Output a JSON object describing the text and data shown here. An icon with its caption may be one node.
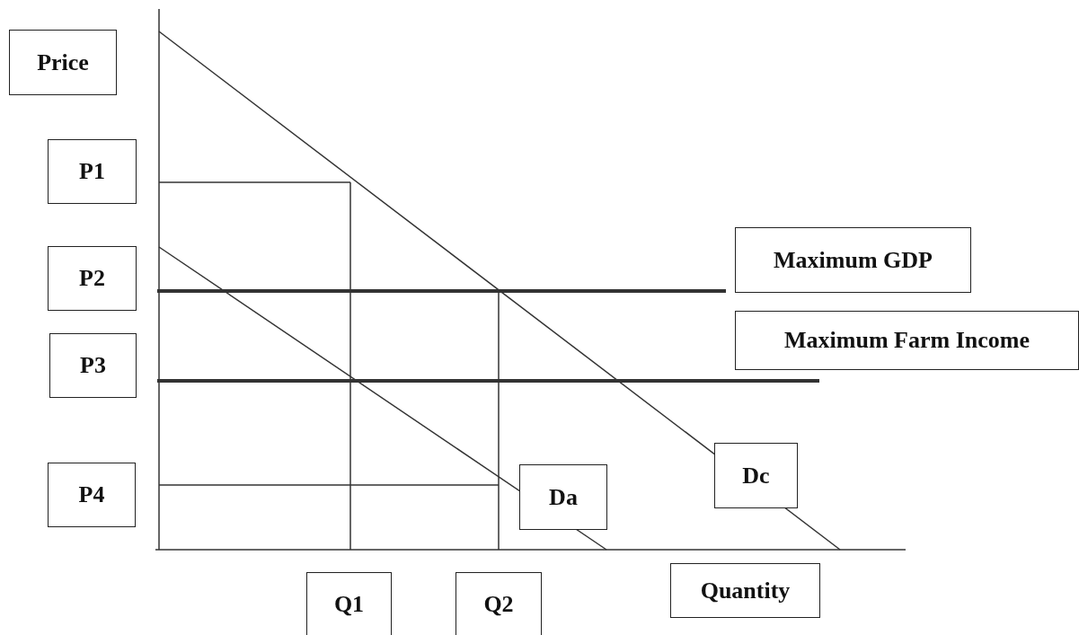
{
  "diagram": {
    "nodes": [
      {
        "text": [
          "Price"
        ]
      },
      {
        "text": [
          "P1"
        ]
      },
      {
        "text": [
          "Maximum GDP"
        ]
      },
      {
        "text": [
          "P2"
        ]
      },
      {
        "text": [
          "Maximum Farm Income"
        ]
      },
      {
        "text": [
          "P3"
        ]
      },
      {
        "text": [
          "Dc"
        ]
      },
      {
        "text": [
          "P4"
        ]
      },
      {
        "text": [
          "Da"
        ]
      },
      {
        "text": [
          "Quantity"
        ]
      },
      {
        "text": [
          "Q1"
        ]
      },
      {
        "text": [
          "Q2"
        ]
      }
    ]
  }
}
